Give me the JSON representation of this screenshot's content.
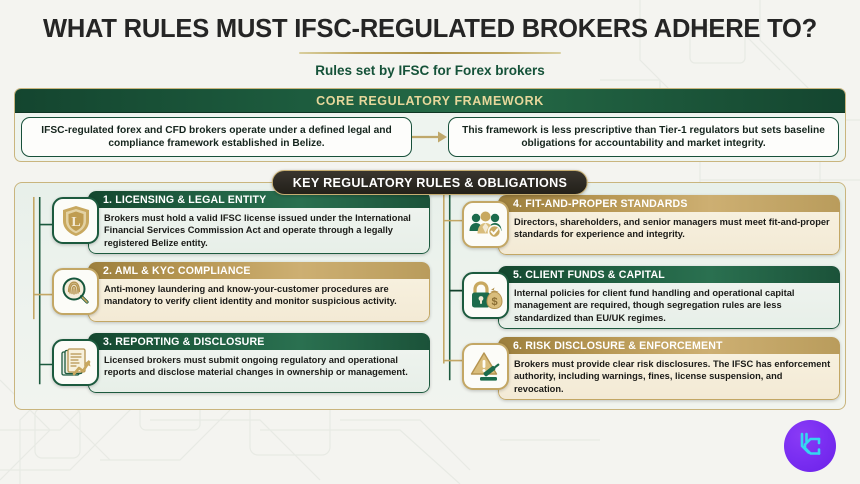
{
  "header": {
    "title": "WHAT RULES MUST IFSC-REGULATED BROKERS ADHERE TO?",
    "subtitle": "Rules set by IFSC for Forex brokers"
  },
  "core": {
    "heading": "CORE REGULATORY FRAMEWORK",
    "left_text": "IFSC-regulated forex and CFD brokers operate under a defined legal and compliance framework established in Belize.",
    "right_text": "This framework is less prescriptive than Tier-1 regulators but sets baseline obligations for accountability and market integrity."
  },
  "key_section": {
    "pill_label": "KEY REGULATORY RULES & OBLIGATIONS"
  },
  "cards": [
    {
      "number": "1.",
      "title": "1. LICENSING & LEGAL ENTITY",
      "body": "Brokers must hold a valid IFSC license issued under the International Financial Services Commission Act and operate through a legally registered Belize entity.",
      "theme": "green",
      "icon": "shield-license-icon"
    },
    {
      "number": "2.",
      "title": "2. AML & KYC COMPLIANCE",
      "body": "Anti-money laundering and know-your-customer procedures are mandatory to verify client identity and monitor suspicious activity.",
      "theme": "gold",
      "icon": "magnifier-fingerprint-icon"
    },
    {
      "number": "3.",
      "title": "3. REPORTING & DISCLOSURE",
      "body": "Licensed brokers must submit ongoing regulatory and operational reports and disclose material changes in ownership or management.",
      "theme": "green",
      "icon": "report-chart-icon"
    },
    {
      "number": "4.",
      "title": "4. FIT-AND-PROPER STANDARDS",
      "body": "Directors, shareholders, and senior managers must meet fit-and-proper standards for experience and integrity.",
      "theme": "gold",
      "icon": "people-check-icon"
    },
    {
      "number": "5.",
      "title": "5. CLIENT FUNDS & CAPITAL",
      "body": "Internal policies for client fund handling and operational capital management are required, though segregation rules are less standardized than EU/UK regimes.",
      "theme": "green",
      "icon": "padlock-money-bag-icon"
    },
    {
      "number": "6.",
      "title": "6. RISK DISCLOSURE & ENFORCEMENT",
      "body": "Brokers must provide clear risk disclosures. The IFSC has enforcement authority, including warnings, fines, license suspension, and revocation.",
      "theme": "gold",
      "icon": "warning-gavel-icon"
    }
  ],
  "brand": {
    "logo_name": "lc-monogram-logo"
  },
  "colors": {
    "dark_green": "#14472f",
    "mid_green": "#1c5a3e",
    "gold": "#b79753",
    "gold_light": "#cdaf72",
    "cream": "#f7f0de",
    "page_bg": "#f4f4f0",
    "title_text": "#252525",
    "subtitle_text": "#155239",
    "logo_purple": "#7b2ff2",
    "logo_cyan": "#35d6f0"
  }
}
